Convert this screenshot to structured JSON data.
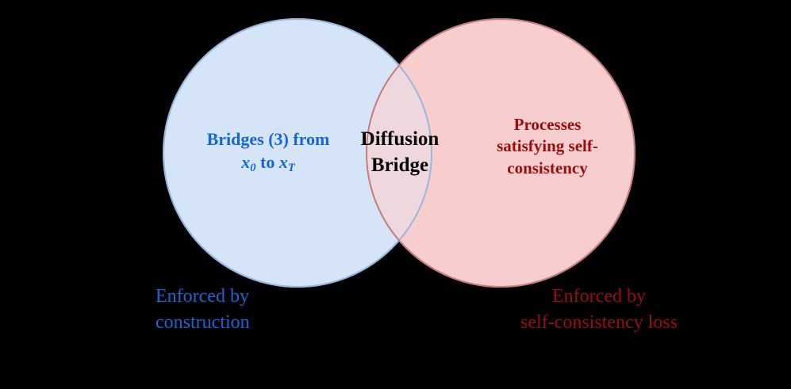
{
  "diagram": {
    "type": "venn",
    "background_color": "#000000",
    "left_set": {
      "name": "bridges-set",
      "fill_color": "#d6e4f8",
      "stroke_color": "#9ab7de",
      "text_color": "#1667d6",
      "label_line_1": "Bridges (3) from",
      "formula_prefix": "x",
      "formula_sub_1": "0",
      "formula_middle": "to",
      "formula_var_2": "x",
      "formula_sub_2": "T",
      "caption_line_1": "Enforced by",
      "caption_line_2": "construction"
    },
    "right_set": {
      "name": "self-consistency-set",
      "fill_color": "#f7cdcd",
      "stroke_color": "#c57f7f",
      "text_color": "#9b0d0d",
      "label_line_1": "Processes",
      "label_line_2": "satisfying self-",
      "label_line_3": "consistency",
      "caption_line_1": "Enforced by",
      "caption_line_2": "self-consistency loss"
    },
    "intersection": {
      "name": "diffusion-bridge-intersection",
      "fill_color": "#efd7de",
      "text_color": "#050505",
      "label_line_1": "Diffusion",
      "label_line_2": "Bridge"
    }
  }
}
